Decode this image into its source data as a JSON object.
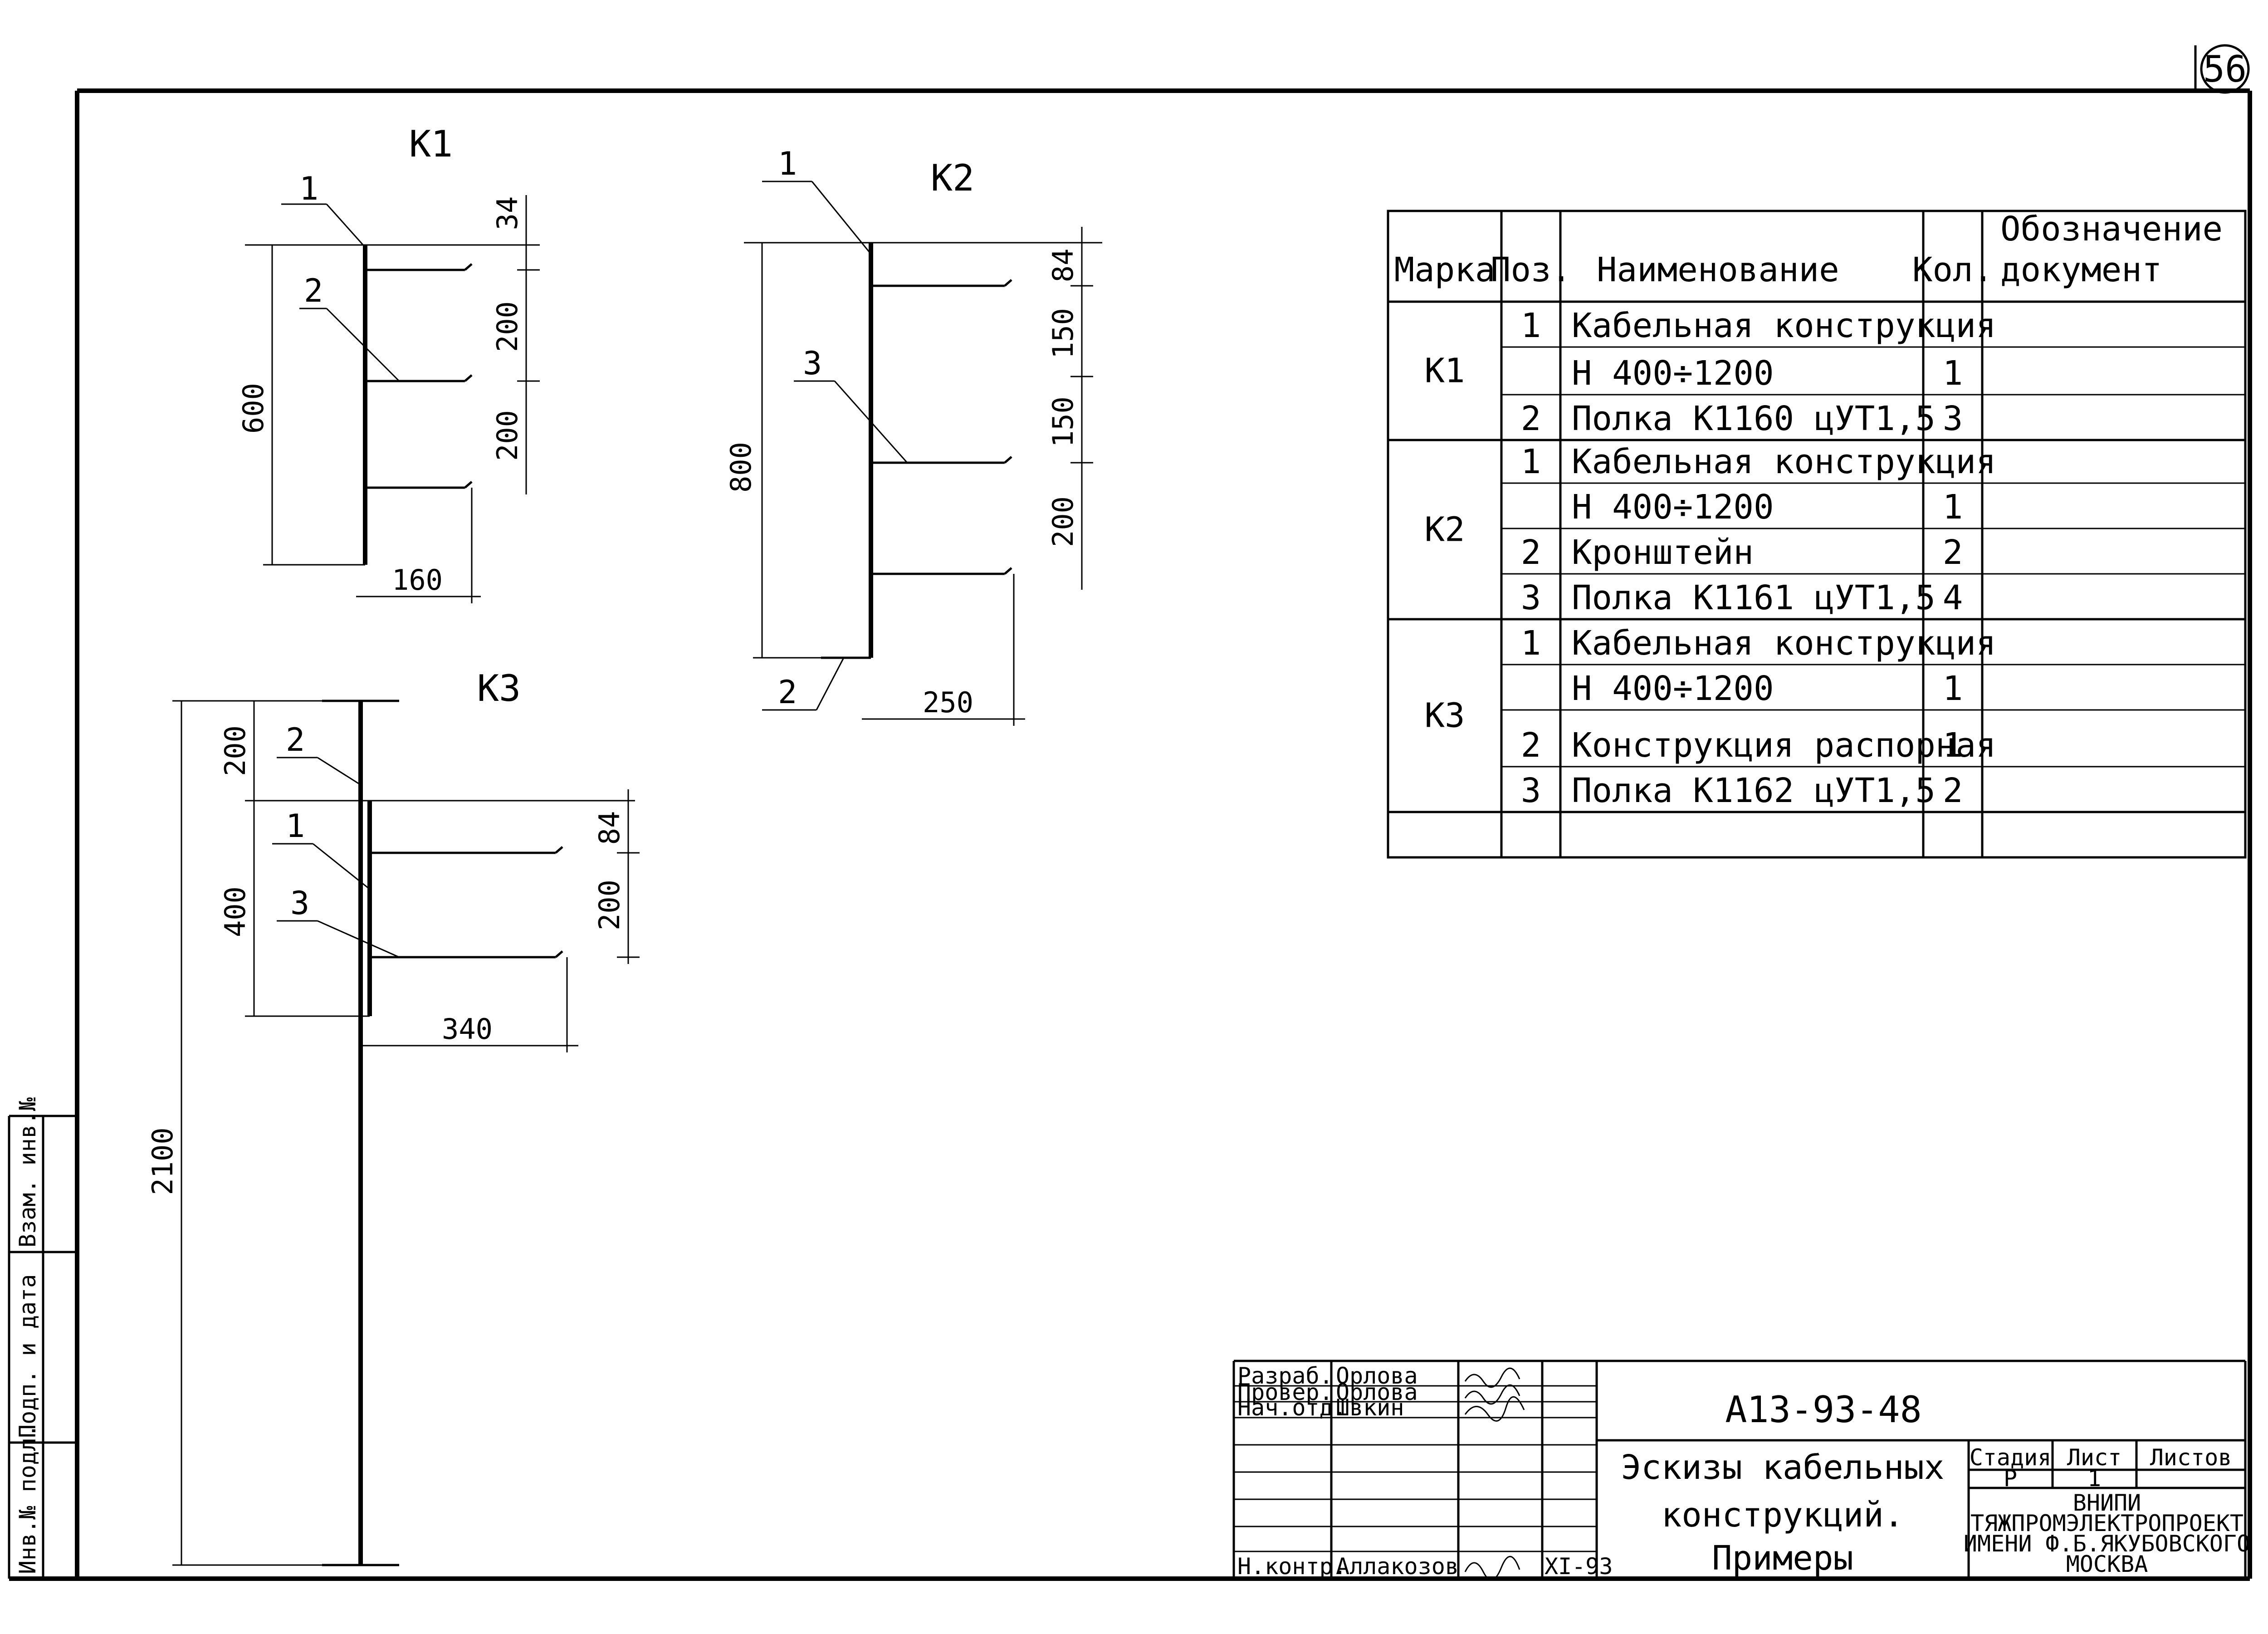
{
  "sheet_number": "56",
  "sketches": {
    "k1": {
      "title": "К1",
      "pos": [
        "1",
        "2"
      ],
      "dims": {
        "height": "600",
        "d1": "34",
        "d2": "200",
        "d3": "200",
        "width": "160"
      }
    },
    "k2": {
      "title": "К2",
      "pos": [
        "1",
        "3",
        "2"
      ],
      "dims": {
        "height": "800",
        "d1": "84",
        "d2": "150",
        "d3": "150",
        "d4": "200",
        "width": "250"
      }
    },
    "k3": {
      "title": "К3",
      "pos": [
        "2",
        "1",
        "3"
      ],
      "dims": {
        "total": "2100",
        "top": "200",
        "mid": "400",
        "d1": "84",
        "d2": "200",
        "width": "340"
      }
    }
  },
  "spec_table": {
    "headers": {
      "mark": "Марка",
      "pos": "Поз.",
      "name": "Наименование",
      "qty": "Кол.",
      "doc": [
        "Обозначение",
        "документ"
      ]
    },
    "groups": [
      {
        "mark": "К1",
        "rows": [
          {
            "pos": "1",
            "name": "Кабельная конструкция",
            "qty": ""
          },
          {
            "pos": "",
            "name": "Н 400÷1200",
            "qty": "1"
          },
          {
            "pos": "2",
            "name": "Полка К1160 цУТ1,5",
            "qty": "3"
          }
        ]
      },
      {
        "mark": "К2",
        "rows": [
          {
            "pos": "1",
            "name": "Кабельная конструкция",
            "qty": ""
          },
          {
            "pos": "",
            "name": "Н 400÷1200",
            "qty": "1"
          },
          {
            "pos": "2",
            "name": "Кронштейн",
            "qty": "2"
          },
          {
            "pos": "3",
            "name": "Полка К1161 цУТ1,5",
            "qty": "4"
          }
        ]
      },
      {
        "mark": "К3",
        "rows": [
          {
            "pos": "1",
            "name": "Кабельная конструкция",
            "qty": ""
          },
          {
            "pos": "",
            "name": "Н 400÷1200",
            "qty": "1"
          },
          {
            "pos": "2",
            "name": "Конструкция распорная",
            "qty": "1"
          },
          {
            "pos": "3",
            "name": "Полка К1162 цУТ1,5",
            "qty": "2"
          }
        ]
      }
    ]
  },
  "title_block": {
    "code": "А13-93-48",
    "title_lines": [
      "Эскизы кабельных",
      "конструкций.",
      "Примеры"
    ],
    "people": [
      {
        "role": "Разраб.",
        "name": "Орлова"
      },
      {
        "role": "Провер.",
        "name": "Орлова"
      },
      {
        "role": "Нач.отд.",
        "name": "Швкин"
      },
      {
        "role": "Н.контр.",
        "name": "Аллакозов",
        "date": "XI-93"
      }
    ],
    "stage_label": "Стадия",
    "sheet_label": "Лист",
    "sheets_label": "Листов",
    "stage": "Р",
    "sheet": "1",
    "org_lines": [
      "ВНИПИ",
      "ТЯЖПРОМЭЛЕКТРОПРОЕКТ",
      "ИМЕНИ Ф.Б.ЯКУБОВСКОГО",
      "МОСКВА"
    ]
  },
  "side_stamp": [
    "Инв.№ подл.",
    "Подп. и дата",
    "Взам. инв.№"
  ]
}
